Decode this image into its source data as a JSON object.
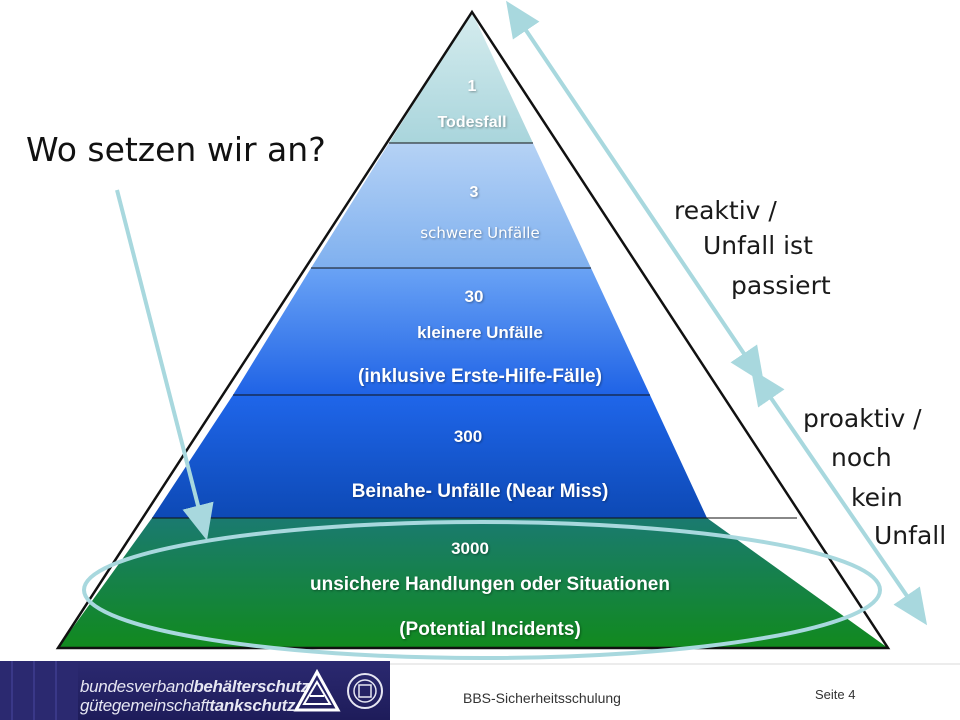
{
  "question": "Wo setzen wir an?",
  "levels": [
    {
      "count": "1",
      "label": "Todesfall",
      "label2": "",
      "color_top": "#d5ecee",
      "color_bottom": "#a9d5dc"
    },
    {
      "count": "3",
      "label": "schwere Unfälle",
      "label2": "",
      "color_top": "#b5d2f5",
      "color_bottom": "#7fb0ef"
    },
    {
      "count": "30",
      "label": "kleinere Unfälle",
      "label2": "(inklusive Erste-Hilfe-Fälle)",
      "color_top": "#6aa3f5",
      "color_bottom": "#1f63e6"
    },
    {
      "count": "300",
      "label": "Beinahe- Unfälle (Near Miss)",
      "label2": "",
      "color_top": "#1f66ea",
      "color_bottom": "#0d49b5"
    },
    {
      "count": "3000",
      "label": "unsichere Handlungen oder Situationen",
      "label2": "(Potential Incidents)",
      "color_top": "#1a7a70",
      "color_bottom": "#118a1e"
    }
  ],
  "reactive": {
    "line1": "reaktiv /",
    "line2": "Unfall ist",
    "line3": "passiert"
  },
  "proactive": {
    "line1": "proaktiv /",
    "line2": "noch",
    "line3": "kein",
    "line4": "Unfall"
  },
  "footer": {
    "logo_line1_a": "bundesverband",
    "logo_line1_b": "behälterschutz",
    "logo_line2_a": "gütegemeinschaft",
    "logo_line2_b": "tankschutz",
    "center_text": "BBS-Sicherheitsschulung",
    "page": "Seite 4"
  },
  "colors": {
    "arrow": "#a8d8de",
    "ellipse": "#a8d8de",
    "pyramid_edge": "#111111",
    "footer_bg": "#2b2970"
  }
}
